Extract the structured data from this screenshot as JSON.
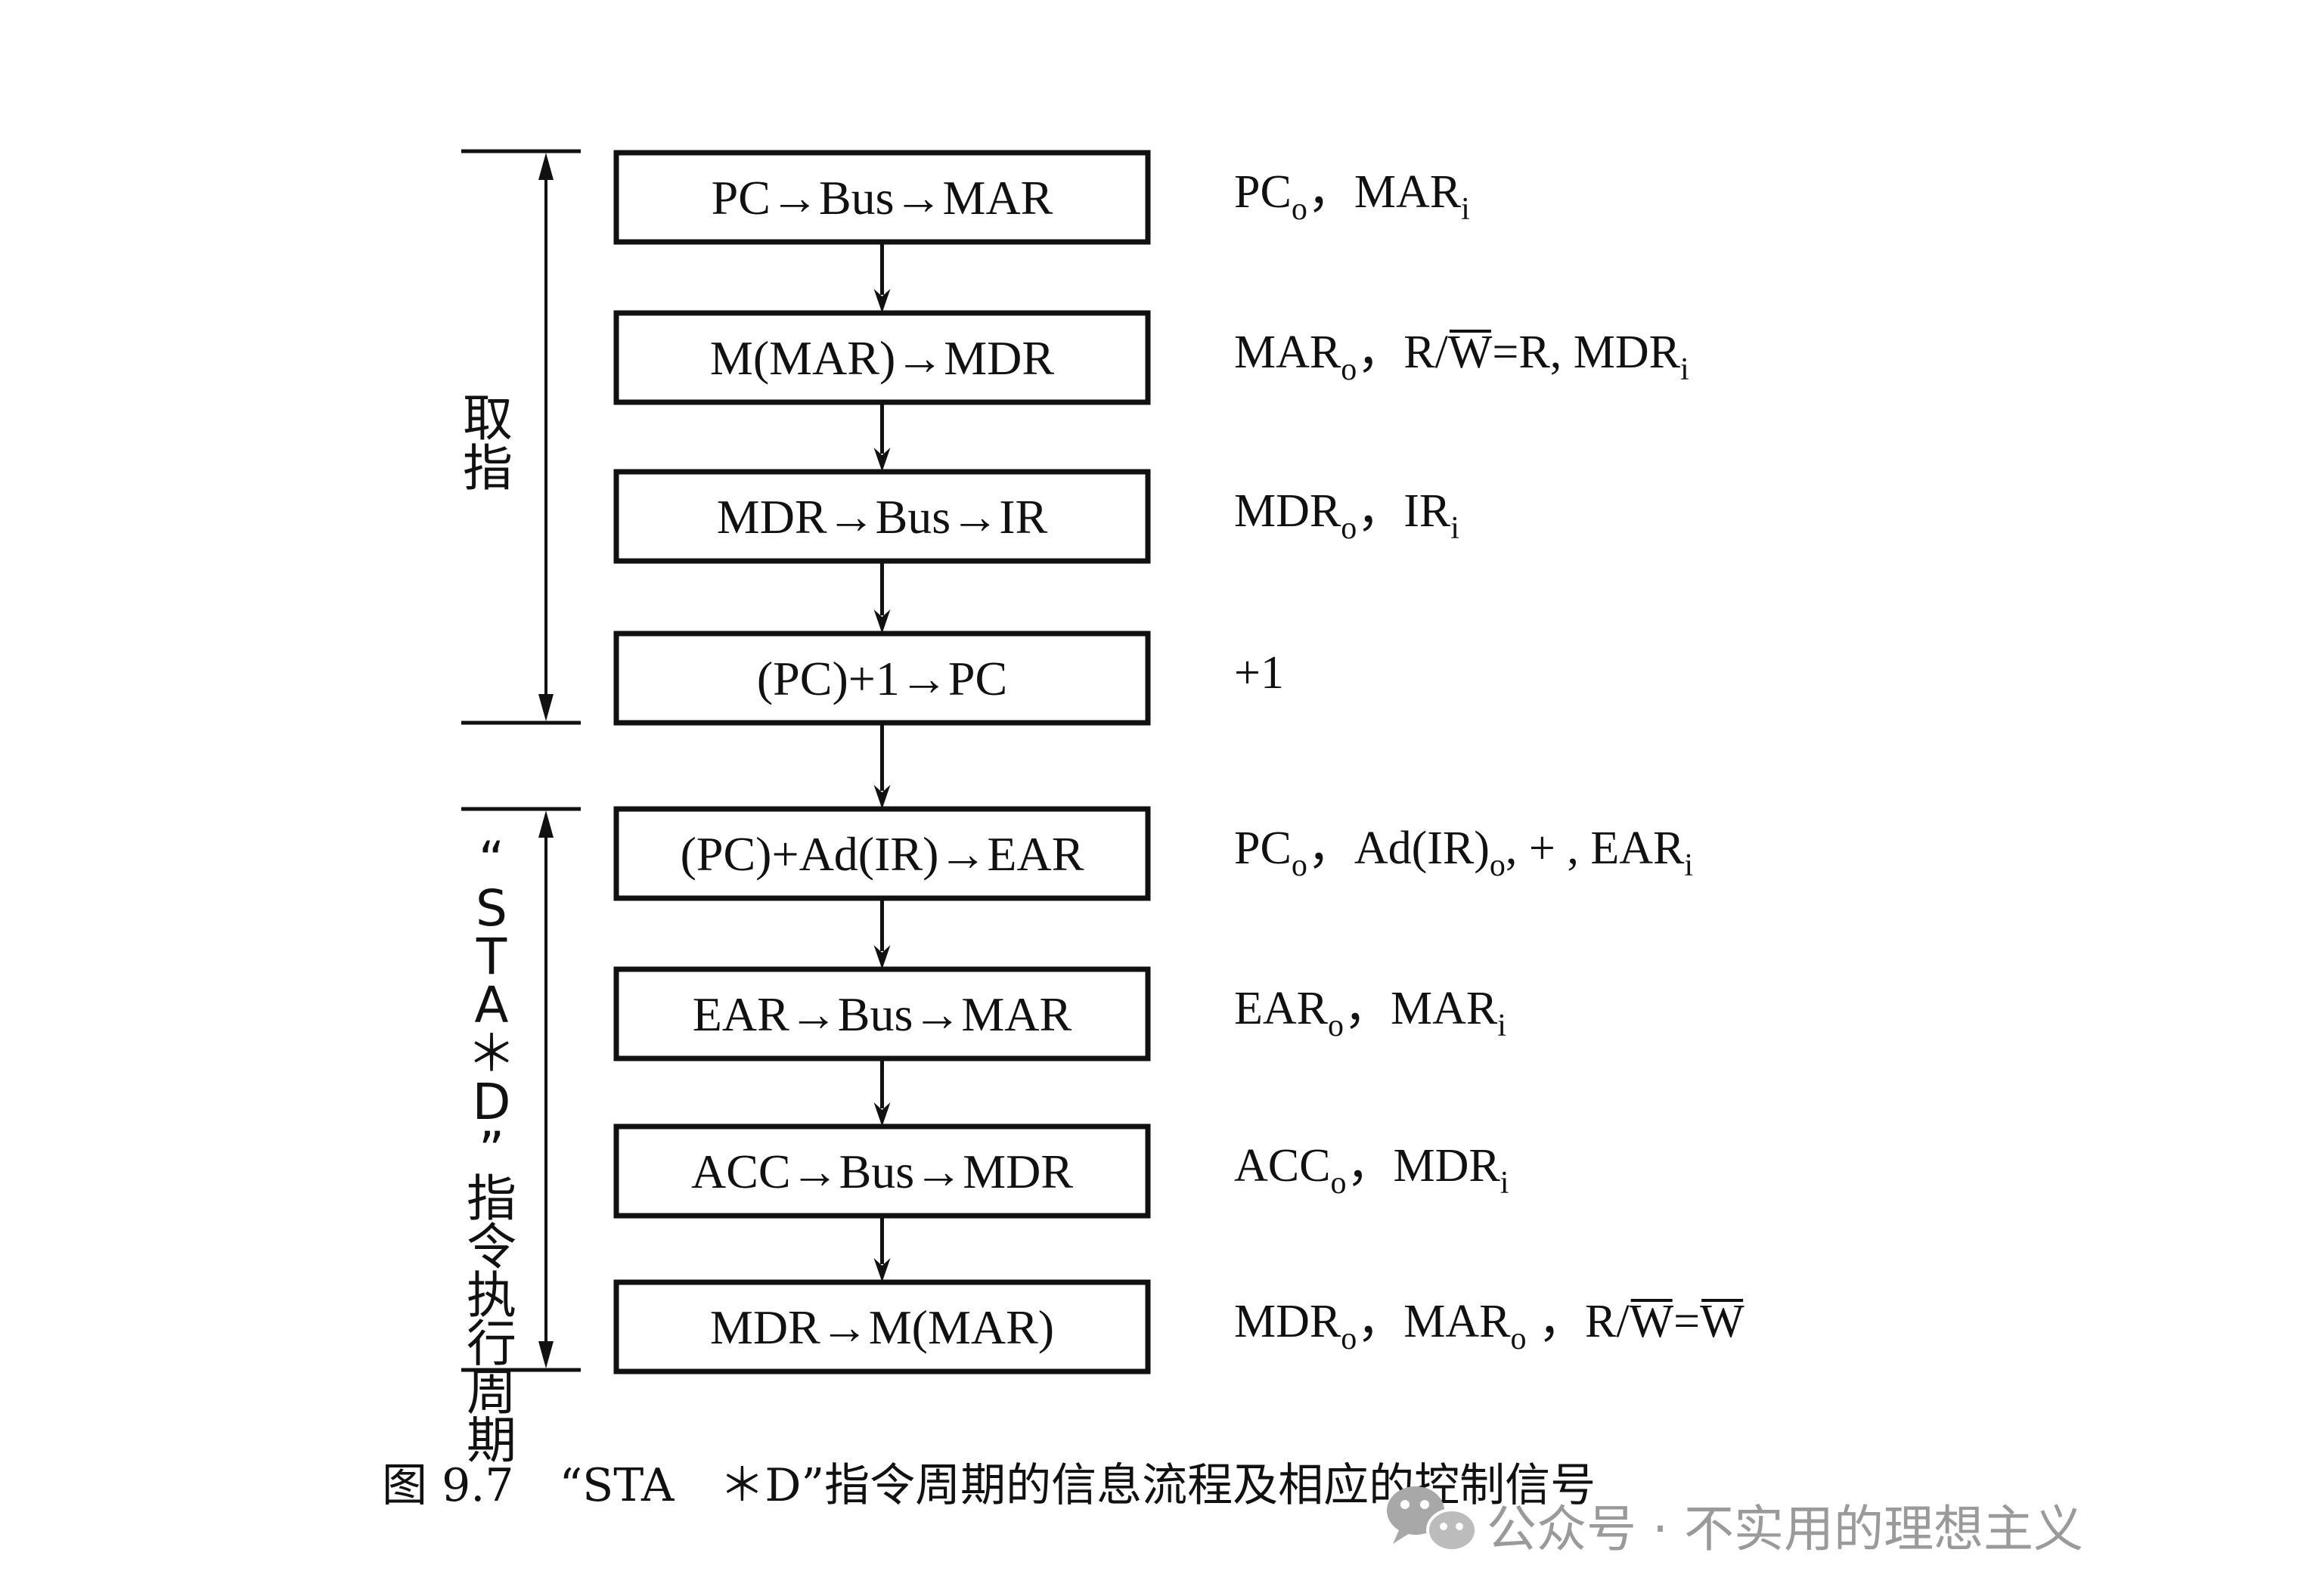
{
  "diagram": {
    "steps": [
      {
        "operation": "PC→Bus→MAR",
        "signals": [
          {
            "t": "PC"
          },
          {
            "t": "o",
            "sub": true
          },
          {
            "t": "，MAR"
          },
          {
            "t": "i",
            "sub": true
          }
        ]
      },
      {
        "operation": "M(MAR)→MDR",
        "signals": [
          {
            "t": "MAR"
          },
          {
            "t": "o",
            "sub": true
          },
          {
            "t": "，R/"
          },
          {
            "t": "W",
            "over": true
          },
          {
            "t": "=R, MDR"
          },
          {
            "t": "i",
            "sub": true
          }
        ]
      },
      {
        "operation": "MDR→Bus→IR",
        "signals": [
          {
            "t": "MDR"
          },
          {
            "t": "o",
            "sub": true
          },
          {
            "t": "，IR"
          },
          {
            "t": "i",
            "sub": true
          }
        ]
      },
      {
        "operation": "(PC)+1→PC",
        "signals": [
          {
            "t": "+1"
          }
        ]
      },
      {
        "operation": "(PC)+Ad(IR)→EAR",
        "signals": [
          {
            "t": "PC"
          },
          {
            "t": "o",
            "sub": true
          },
          {
            "t": "，Ad(IR)"
          },
          {
            "t": "o",
            "sub": true
          },
          {
            "t": ", + , EAR"
          },
          {
            "t": "i",
            "sub": true
          }
        ]
      },
      {
        "operation": "EAR→Bus→MAR",
        "signals": [
          {
            "t": "EAR"
          },
          {
            "t": "o",
            "sub": true
          },
          {
            "t": "，MAR"
          },
          {
            "t": "i",
            "sub": true
          }
        ]
      },
      {
        "operation": "ACC→Bus→MDR",
        "signals": [
          {
            "t": "ACC"
          },
          {
            "t": "o",
            "sub": true
          },
          {
            "t": "，MDR"
          },
          {
            "t": "i",
            "sub": true
          }
        ]
      },
      {
        "operation": "MDR→M(MAR)",
        "signals": [
          {
            "t": "MDR"
          },
          {
            "t": "o",
            "sub": true
          },
          {
            "t": "，MAR"
          },
          {
            "t": "o",
            "sub": true
          },
          {
            "t": " ，R/"
          },
          {
            "t": "W",
            "over": true
          },
          {
            "t": "="
          },
          {
            "t": "W",
            "over": true
          }
        ]
      }
    ],
    "phases": [
      {
        "label": "取指",
        "first_step": 0,
        "last_step": 3
      },
      {
        "label": "“STA＊D”指令执行周期",
        "first_step": 4,
        "last_step": 7
      }
    ]
  },
  "caption": "图 9.7　“STA　＊D”指令周期的信息流程及相应的控制信号",
  "watermark": "公众号 · 不实用的理想主义",
  "colors": {
    "ink": "#111111",
    "watermark": "#9a9a9a",
    "background": "#ffffff"
  }
}
